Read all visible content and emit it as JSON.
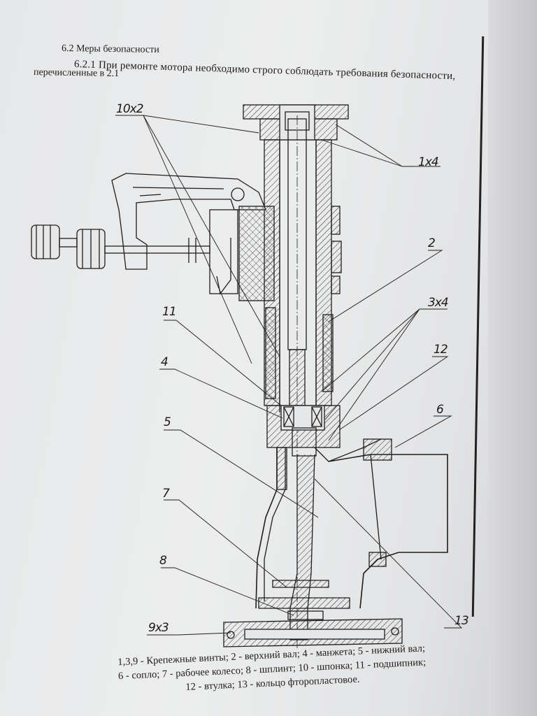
{
  "document": {
    "section_title": "6.2 Меры безопасности",
    "paragraph_line1": "6.2.1 При ремонте мотора необходимо строго соблюдать требования безопасности,",
    "paragraph_line2": "перечисленные в 2.1"
  },
  "callouts": {
    "c10x2": "10х2",
    "c1x4": "1х4",
    "c2": "2",
    "c3x4": "3х4",
    "c11": "11",
    "c12": "12",
    "c4": "4",
    "c6": "6",
    "c5": "5",
    "c7": "7",
    "c8": "8",
    "c9x3": "9х3",
    "c13": "13"
  },
  "legend": {
    "line1": "1,3,9 - Крепежные винты; 2 - верхний вал; 4 - манжета; 5 - нижний вал;",
    "line2": "6 - сопло; 7 - рабочее колесо; 8 - шплинт; 10 - шпонка; 11 - подшипник;",
    "line3": "12 - втулка; 13 - кольцо фторопластовое."
  },
  "colors": {
    "paper": "#e8e9ea",
    "ink": "#1c1c1c"
  }
}
